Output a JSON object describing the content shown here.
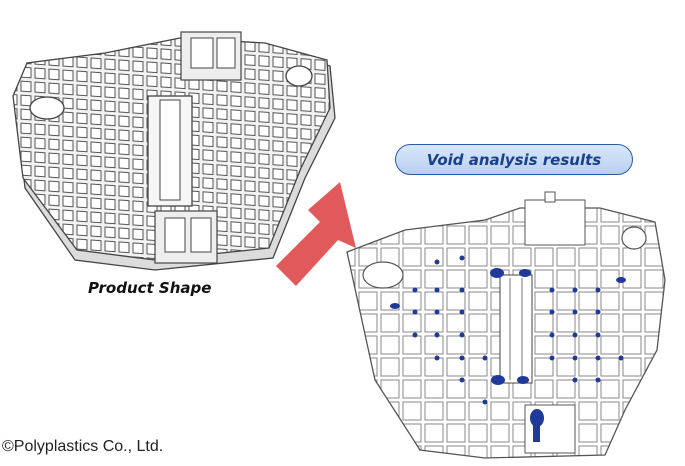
{
  "labels": {
    "product_shape": "Product Shape",
    "void_results": "Void analysis results",
    "copyright": "©Polyplastics Co., Ltd."
  },
  "colors": {
    "arrow": "#e05a5c",
    "void_marks": "#1f3a9a",
    "badge_border": "#2c5aa0",
    "badge_fill": "#c8dcf4",
    "line_art": "#444444"
  },
  "icons": {
    "arrow": "arrow-down-left-icon"
  }
}
